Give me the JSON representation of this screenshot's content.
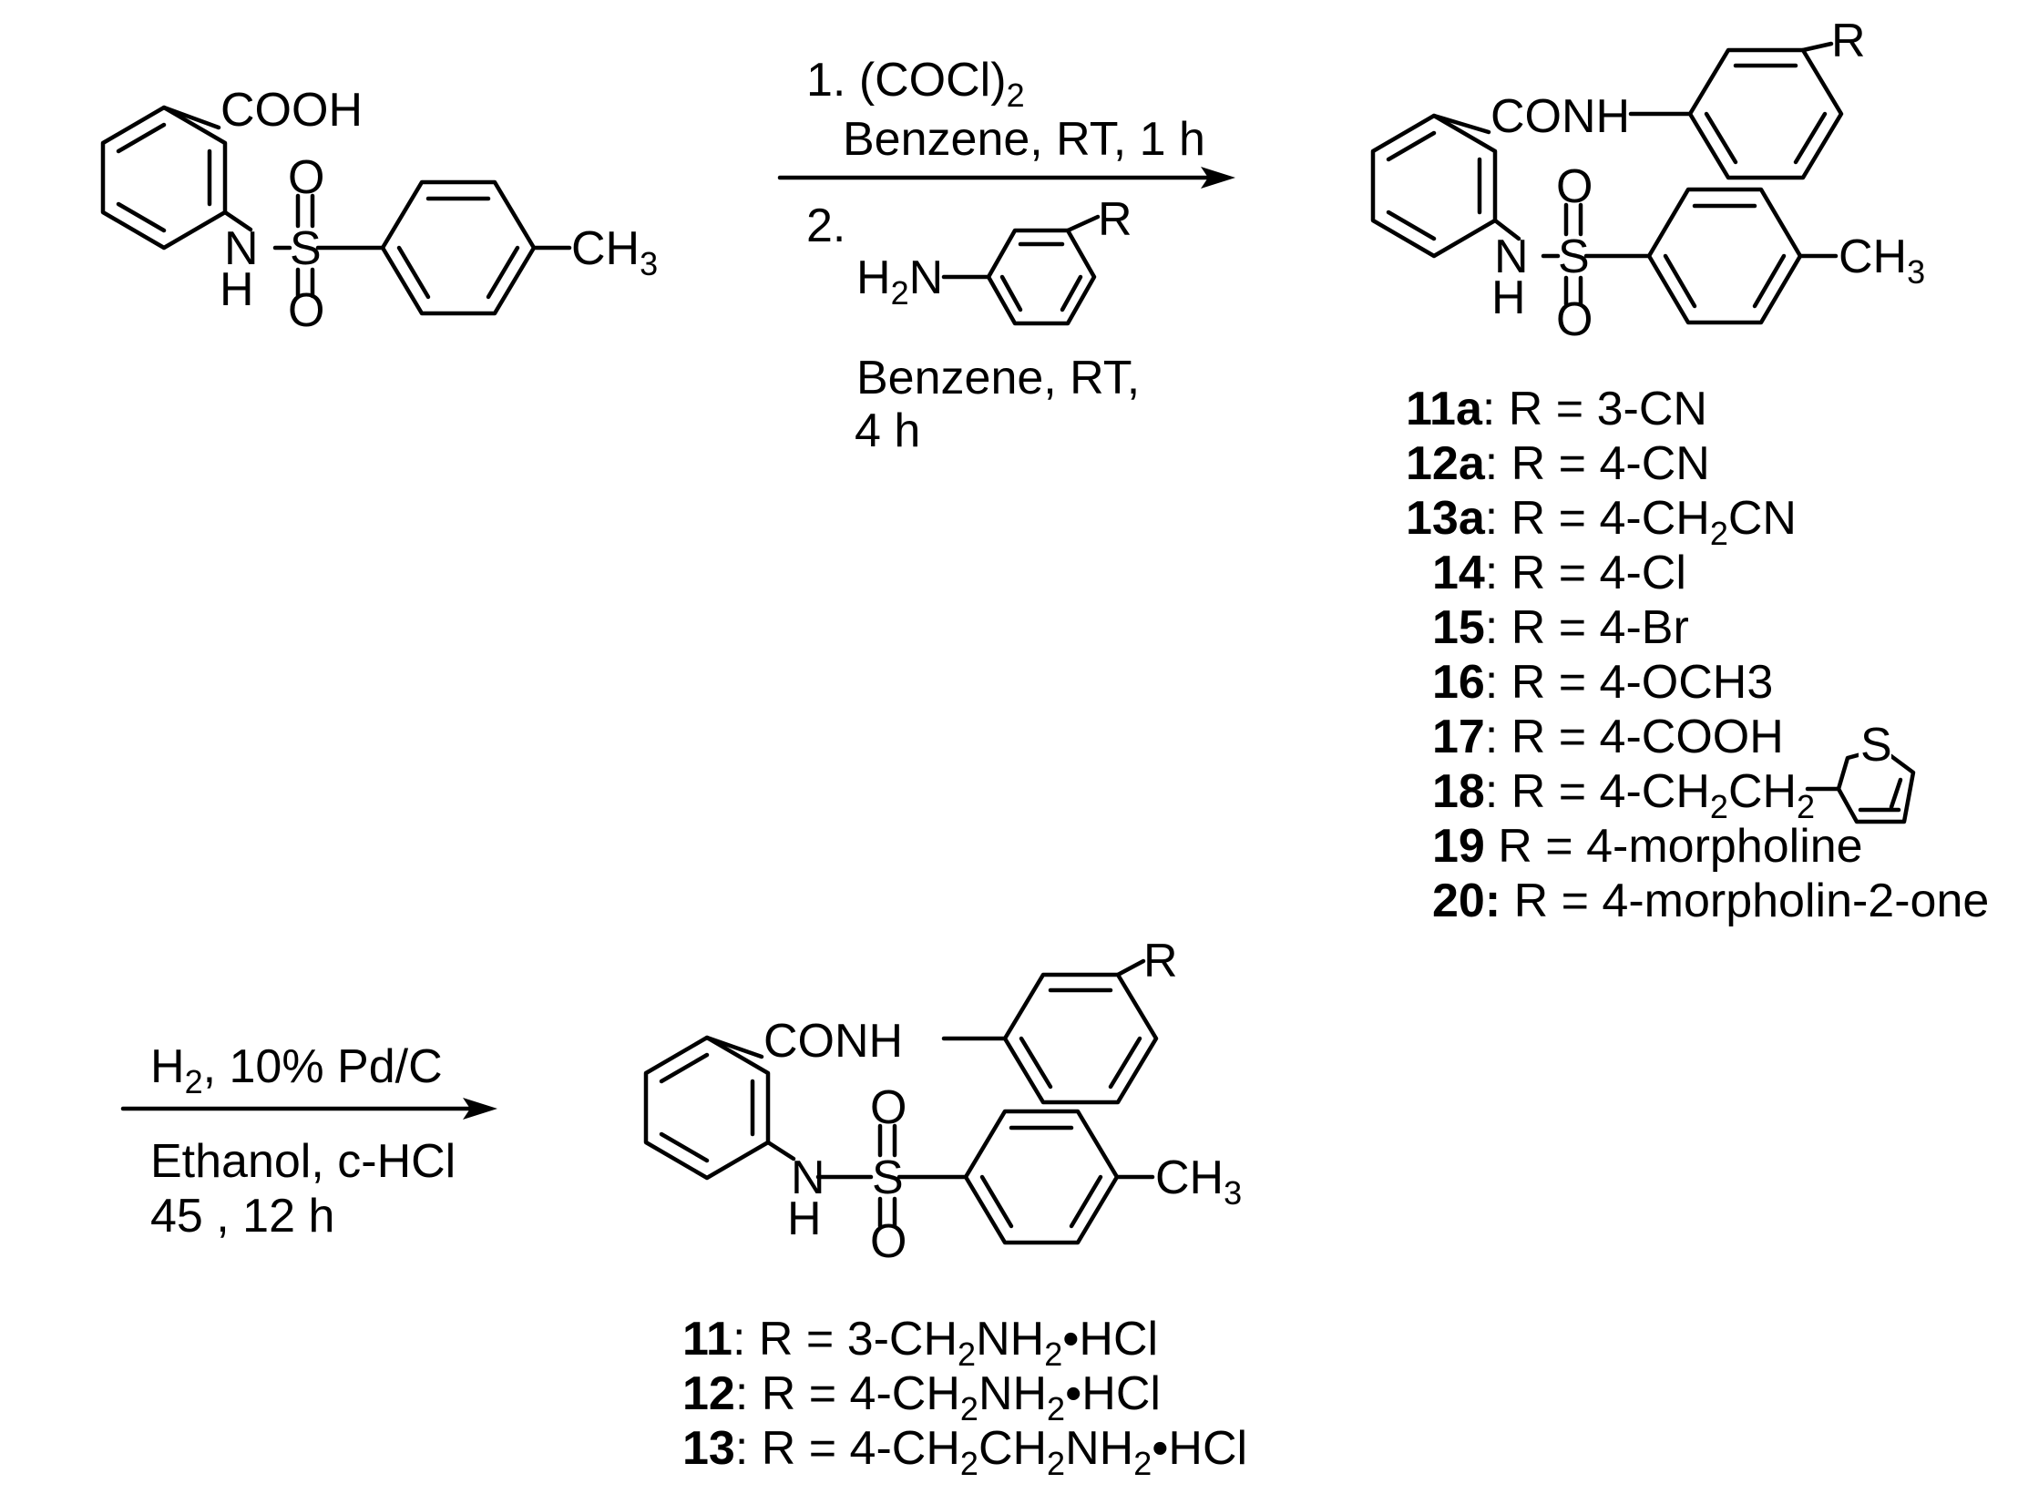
{
  "starting_material": {
    "acid_group": "COOH",
    "nh": "N",
    "h": "H",
    "sulfur": "S",
    "oxygen": "O",
    "methyl": "CH",
    "methyl_sub": "3"
  },
  "step1": {
    "line1": "1. (COCl)",
    "line1_sub": "2",
    "line2": "Benzene, RT, 1 h",
    "line3": "2.",
    "amine_h": "H",
    "amine_sub": "2",
    "amine_n": "N",
    "r_label": "R",
    "line4": "Benzene, RT,",
    "line5": "4 h"
  },
  "intermediate": {
    "amide": "CONH",
    "nh": "N",
    "h": "H",
    "sulfur": "S",
    "oxygen": "O",
    "methyl": "CH",
    "methyl_sub": "3",
    "r_label": "R",
    "thiophene_s": "S",
    "compounds": [
      {
        "id": "11a",
        "sep": ":",
        "r": " R = 3-CN"
      },
      {
        "id": "12a",
        "sep": ":",
        "r": " R = 4-CN"
      },
      {
        "id": "13a",
        "sep": ":",
        "r": " R = 4-CH",
        "sub": "2",
        "r2": "CN"
      },
      {
        "id": "14",
        "sep": ":",
        "r": " R = 4-Cl"
      },
      {
        "id": "15",
        "sep": ":",
        "r": " R = 4-Br"
      },
      {
        "id": "16",
        "sep": ":",
        "r": " R = 4-OCH3"
      },
      {
        "id": "17",
        "sep": ":",
        "r": " R = 4-COOH"
      },
      {
        "id": "18",
        "sep": ":",
        "r": " R = 4-CH",
        "sub": "2",
        "r2": "CH",
        "sub2": "2"
      },
      {
        "id": "19",
        "sep": "",
        "r": " R = 4-morpholine"
      },
      {
        "id": "20:",
        "sep": "",
        "r": " R = 4-morpholin-2-one"
      }
    ]
  },
  "step2": {
    "line1": "H",
    "line1_sub": "2",
    "line1_rest": ", 10% Pd/C",
    "line2": "Ethanol, c-HCl",
    "line3": "45 , 12 h"
  },
  "product": {
    "amide": "CONH",
    "nh": "N",
    "h": "H",
    "sulfur": "S",
    "oxygen": "O",
    "methyl": "CH",
    "methyl_sub": "3",
    "r_label": "R",
    "compounds": [
      {
        "id": "11",
        "r": ": R = 3-CH",
        "sub": "2",
        "r2": "NH",
        "sub2": "2",
        "r3": "•HCl"
      },
      {
        "id": "12",
        "r": ": R = 4-CH",
        "sub": "2",
        "r2": "NH",
        "sub2": "2",
        "r3": "•HCl"
      },
      {
        "id": "13",
        "r": ": R = 4-CH",
        "sub": "2",
        "r2": "CH",
        "sub2": "2",
        "r3": "NH",
        "sub3": "2",
        "r4": "•HCl"
      }
    ]
  }
}
